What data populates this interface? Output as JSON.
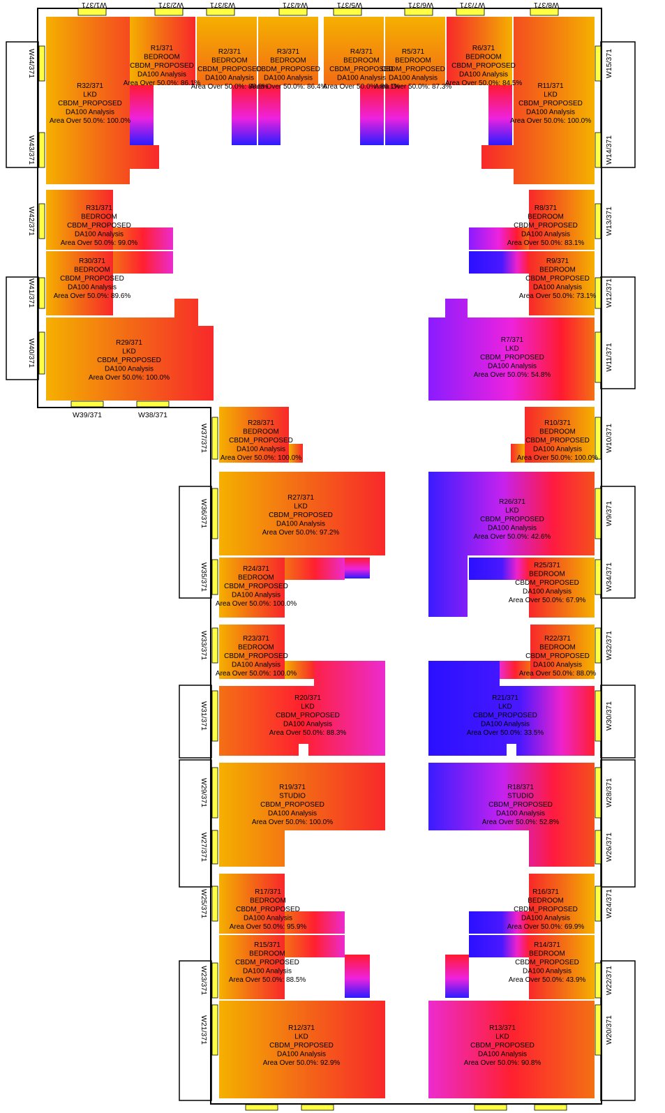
{
  "palette": {
    "gradient_high": "#f5b400",
    "gradient_mid": "#f26a10",
    "gradient_red": "#ff1a30",
    "gradient_magenta": "#ee22dd",
    "gradient_low": "#2a1cff",
    "wall": "#000000",
    "window": "#ffff44"
  },
  "rooms": [
    {
      "id": "R1/371",
      "type": "BEDROOM",
      "model": "CBDM_PROPOSED",
      "analysis": "DA100 Analysis",
      "result": "Area Over 50.0%: 86.1%",
      "value": 86.1
    },
    {
      "id": "R2/371",
      "type": "BEDROOM",
      "model": "CBDM_PROPOSED",
      "analysis": "DA100 Analysis",
      "result": "Area Over 50.0%: 88.8%",
      "value": 88.8
    },
    {
      "id": "R3/371",
      "type": "BEDROOM",
      "model": "CBDM_PROPOSED",
      "analysis": "DA100 Analysis",
      "result": "Area Over 50.0%: 86.4%",
      "value": 86.4
    },
    {
      "id": "R4/371",
      "type": "BEDROOM",
      "model": "CBDM_PROPOSED",
      "analysis": "DA100 Analysis",
      "result": "Area Over 50.0%: 86.1%",
      "value": 86.1
    },
    {
      "id": "R5/371",
      "type": "BEDROOM",
      "model": "CBDM_PROPOSED",
      "analysis": "DA100 Analysis",
      "result": "Area Over 50.0%: 87.3%",
      "value": 87.3
    },
    {
      "id": "R6/371",
      "type": "BEDROOM",
      "model": "CBDM_PROPOSED",
      "analysis": "DA100 Analysis",
      "result": "Area Over 50.0%: 84.5%",
      "value": 84.5
    },
    {
      "id": "R32/371",
      "type": "LKD",
      "model": "CBDM_PROPOSED",
      "analysis": "DA100 Analysis",
      "result": "Area Over 50.0%: 100.0%",
      "value": 100.0
    },
    {
      "id": "R11/371",
      "type": "LKD",
      "model": "CBDM_PROPOSED",
      "analysis": "DA100 Analysis",
      "result": "Area Over 50.0%: 100.0%",
      "value": 100.0
    },
    {
      "id": "R31/371",
      "type": "BEDROOM",
      "model": "CBDM_PROPOSED",
      "analysis": "DA100 Analysis",
      "result": "Area Over 50.0%: 99.0%",
      "value": 99.0
    },
    {
      "id": "R8/371",
      "type": "BEDROOM",
      "model": "CBDM_PROPOSED",
      "analysis": "DA100 Analysis",
      "result": "Area Over 50.0%: 83.1%",
      "value": 83.1
    },
    {
      "id": "R30/371",
      "type": "BEDROOM",
      "model": "CBDM_PROPOSED",
      "analysis": "DA100 Analysis",
      "result": "Area Over 50.0%: 89.6%",
      "value": 89.6
    },
    {
      "id": "R9/371",
      "type": "BEDROOM",
      "model": "CBDM_PROPOSED",
      "analysis": "DA100 Analysis",
      "result": "Area Over 50.0%: 73.1%",
      "value": 73.1
    },
    {
      "id": "R29/371",
      "type": "LKD",
      "model": "CBDM_PROPOSED",
      "analysis": "DA100 Analysis",
      "result": "Area Over 50.0%: 100.0%",
      "value": 100.0
    },
    {
      "id": "R7/371",
      "type": "LKD",
      "model": "CBDM_PROPOSED",
      "analysis": "DA100 Analysis",
      "result": "Area Over 50.0%: 54.8%",
      "value": 54.8
    },
    {
      "id": "R28/371",
      "type": "BEDROOM",
      "model": "CBDM_PROPOSED",
      "analysis": "DA100 Analysis",
      "result": "Area Over 50.0%: 100.0%",
      "value": 100.0
    },
    {
      "id": "R10/371",
      "type": "BEDROOM",
      "model": "CBDM_PROPOSED",
      "analysis": "DA100 Analysis",
      "result": "Area Over 50.0%: 100.0%",
      "value": 100.0
    },
    {
      "id": "R27/371",
      "type": "LKD",
      "model": "CBDM_PROPOSED",
      "analysis": "DA100 Analysis",
      "result": "Area Over 50.0%: 97.2%",
      "value": 97.2
    },
    {
      "id": "R26/371",
      "type": "LKD",
      "model": "CBDM_PROPOSED",
      "analysis": "DA100 Analysis",
      "result": "Area Over 50.0%: 42.6%",
      "value": 42.6
    },
    {
      "id": "R24/371",
      "type": "BEDROOM",
      "model": "CBDM_PROPOSED",
      "analysis": "DA100 Analysis",
      "result": "Area Over 50.0%: 100.0%",
      "value": 100.0
    },
    {
      "id": "R25/371",
      "type": "BEDROOM",
      "model": "CBDM_PROPOSED",
      "analysis": "DA100 Analysis",
      "result": "Area Over 50.0%: 67.9%",
      "value": 67.9
    },
    {
      "id": "R23/371",
      "type": "BEDROOM",
      "model": "CBDM_PROPOSED",
      "analysis": "DA100 Analysis",
      "result": "Area Over 50.0%: 100.0%",
      "value": 100.0
    },
    {
      "id": "R22/371",
      "type": "BEDROOM",
      "model": "CBDM_PROPOSED",
      "analysis": "DA100 Analysis",
      "result": "Area Over 50.0%: 88.0%",
      "value": 88.0
    },
    {
      "id": "R20/371",
      "type": "LKD",
      "model": "CBDM_PROPOSED",
      "analysis": "DA100 Analysis",
      "result": "Area Over 50.0%: 88.3%",
      "value": 88.3
    },
    {
      "id": "R21/371",
      "type": "LKD",
      "model": "CBDM_PROPOSED",
      "analysis": "DA100 Analysis",
      "result": "Area Over 50.0%: 33.5%",
      "value": 33.5
    },
    {
      "id": "R19/371",
      "type": "STUDIO",
      "model": "CBDM_PROPOSED",
      "analysis": "DA100 Analysis",
      "result": "Area Over 50.0%: 100.0%",
      "value": 100.0
    },
    {
      "id": "R18/371",
      "type": "STUDIO",
      "model": "CBDM_PROPOSED",
      "analysis": "DA100 Analysis",
      "result": "Area Over 50.0%: 52.8%",
      "value": 52.8
    },
    {
      "id": "R17/371",
      "type": "BEDROOM",
      "model": "CBDM_PROPOSED",
      "analysis": "DA100 Analysis",
      "result": "Area Over 50.0%: 95.9%",
      "value": 95.9
    },
    {
      "id": "R16/371",
      "type": "BEDROOM",
      "model": "CBDM_PROPOSED",
      "analysis": "DA100 Analysis",
      "result": "Area Over 50.0%: 69.9%",
      "value": 69.9
    },
    {
      "id": "R15/371",
      "type": "BEDROOM",
      "model": "CBDM_PROPOSED",
      "analysis": "DA100 Analysis",
      "result": "Area Over 50.0%: 88.5%",
      "value": 88.5
    },
    {
      "id": "R14/371",
      "type": "BEDROOM",
      "model": "CBDM_PROPOSED",
      "analysis": "DA100 Analysis",
      "result": "Area Over 50.0%: 43.9%",
      "value": 43.9
    },
    {
      "id": "R12/371",
      "type": "LKD",
      "model": "CBDM_PROPOSED",
      "analysis": "DA100 Analysis",
      "result": "Area Over 50.0%: 92.9%",
      "value": 92.9
    },
    {
      "id": "R13/371",
      "type": "LKD",
      "model": "CBDM_PROPOSED",
      "analysis": "DA100 Analysis",
      "result": "Area Over 50.0%: 90.8%",
      "value": 90.8
    }
  ],
  "windows": [
    "W1/371",
    "W2/371",
    "W3/371",
    "W4/371",
    "W5/371",
    "W6/371",
    "W7/371",
    "W8/371",
    "W44/371",
    "W43/371",
    "W42/371",
    "W41/371",
    "W40/371",
    "W39/371",
    "W38/371",
    "W37/371",
    "W36/371",
    "W35/371",
    "W33/371",
    "W31/371",
    "W29/371",
    "W27/371",
    "W25/371",
    "W23/371",
    "W21/371",
    "W15/371",
    "W14/371",
    "W13/371",
    "W12/371",
    "W11/371",
    "W10/371",
    "W9/371",
    "W34/371",
    "W32/371",
    "W30/371",
    "W28/371",
    "W26/371",
    "W24/371",
    "W22/371",
    "W20/371"
  ]
}
